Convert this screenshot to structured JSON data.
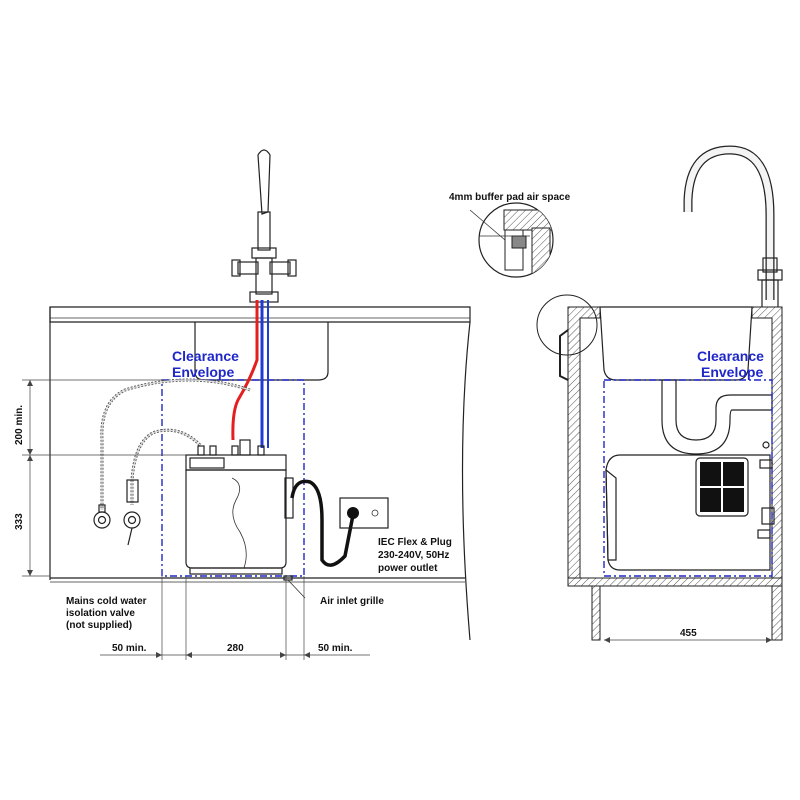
{
  "labels": {
    "clearance_left_1": "Clearance",
    "clearance_left_2": "Envelope",
    "clearance_right_1": "Clearance",
    "clearance_right_2": "Envelope",
    "buffer_pad": "4mm buffer pad air space",
    "iec_1": "IEC Flex & Plug",
    "iec_2": "230-240V, 50Hz",
    "iec_3": "power outlet",
    "air_inlet": "Air inlet grille",
    "mains_1": "Mains cold water",
    "mains_2": "isolation valve",
    "mains_3": "(not supplied)"
  },
  "dimensions": {
    "height_top": "200 min.",
    "height_bottom": "333",
    "left_clear": "50 min.",
    "width": "280",
    "right_clear": "50 min.",
    "depth": "455"
  },
  "colors": {
    "envelope": "#1f27c9",
    "hot_line": "#e41f1f",
    "cold_line": "#1f3bd6",
    "outline": "#222222"
  }
}
